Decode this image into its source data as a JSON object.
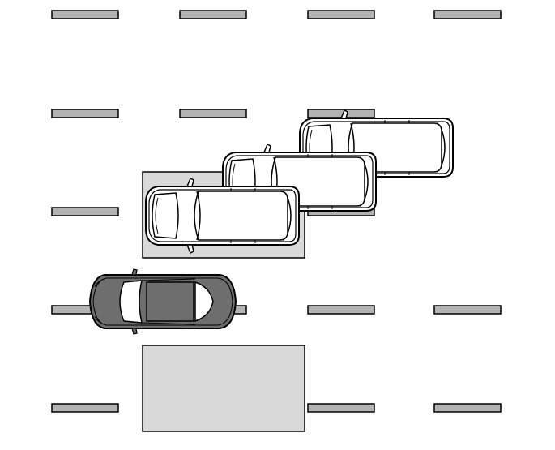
{
  "colors": {
    "background": "#ffffff",
    "lane_marking_fill": "#b3b3b3",
    "zone_fill": "#d9d9d9",
    "outline": "#000000",
    "own_vehicle_fill": "#6e6e6e",
    "own_vehicle_glass": "#ffffff",
    "other_vehicle_fill": "#ffffff"
  },
  "icons": {
    "own_vehicle": "sedan-top-view-icon",
    "other_vehicle": "minivan-top-view-icon"
  },
  "scene": {
    "lane_marking_columns": 4,
    "lane_marking_rows": 5,
    "hidden_markings": [
      [
        3,
        1
      ],
      [
        3,
        2
      ]
    ],
    "detection_zones": [
      "side-zone",
      "rear-zone"
    ],
    "other_vehicle_positions": 3
  }
}
